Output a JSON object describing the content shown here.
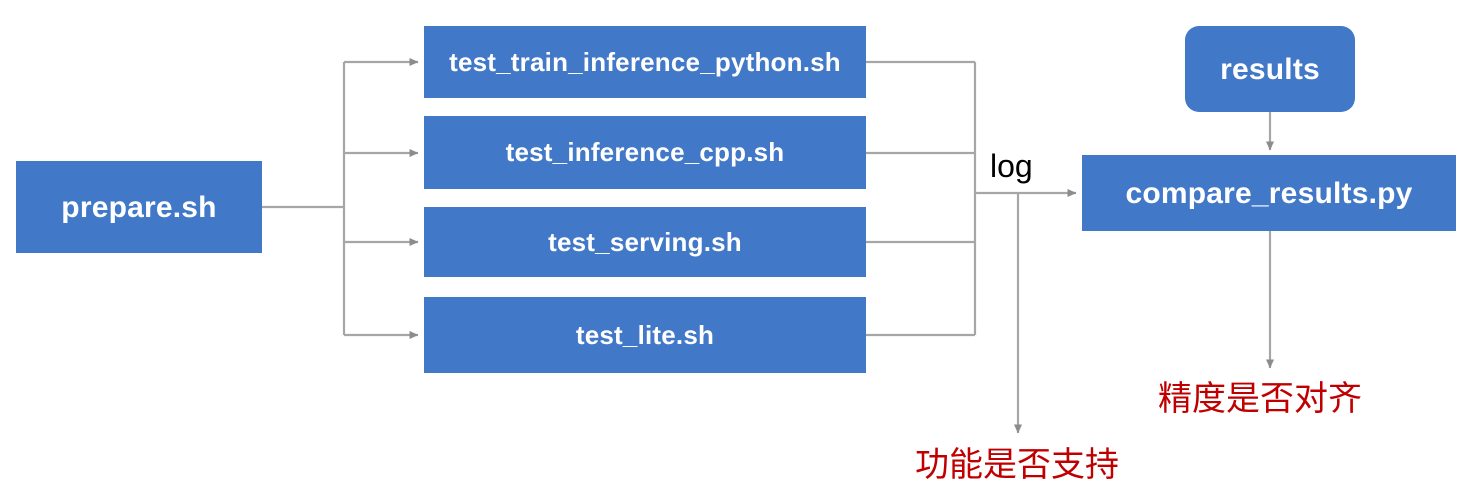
{
  "diagram": {
    "title": "PaddlePaddle TIPC test pipeline",
    "colors": {
      "node_fill": "#4178C8",
      "node_text": "#FFFFFF",
      "connector": "#A6A6A6",
      "note_text": "#C00000",
      "label_text": "#000000",
      "background": "#FFFFFF"
    },
    "nodes": {
      "prepare": "prepare.sh",
      "test_train_inference_python": "test_train_inference_python.sh",
      "test_inference_cpp": "test_inference_cpp.sh",
      "test_serving": "test_serving.sh",
      "test_lite": "test_lite.sh",
      "results": "results",
      "compare_results": "compare_results.py"
    },
    "edge_labels": {
      "log": "log"
    },
    "notes": {
      "feature_supported": "功能是否支持",
      "accuracy_aligned": "精度是否对齐"
    }
  }
}
